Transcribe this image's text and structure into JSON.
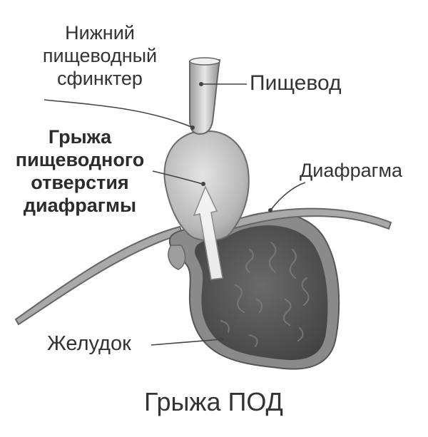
{
  "labels": {
    "sphincter": [
      "Нижний",
      "пищеводный",
      "сфинктер"
    ],
    "esophagus": "Пищевод",
    "hernia": [
      "Грыжа",
      "пищеводного",
      "отверстия",
      "диафрагмы"
    ],
    "diaphragm": "Диафрагма",
    "stomach": "Желудок",
    "caption": "Грыжа ПОД"
  },
  "colors": {
    "text": "#333333",
    "leader": "#444444",
    "stomach_fill": "#5d5d5d",
    "hernia_fill": "#bdbdbd",
    "tissue": "#7a7a7a"
  }
}
